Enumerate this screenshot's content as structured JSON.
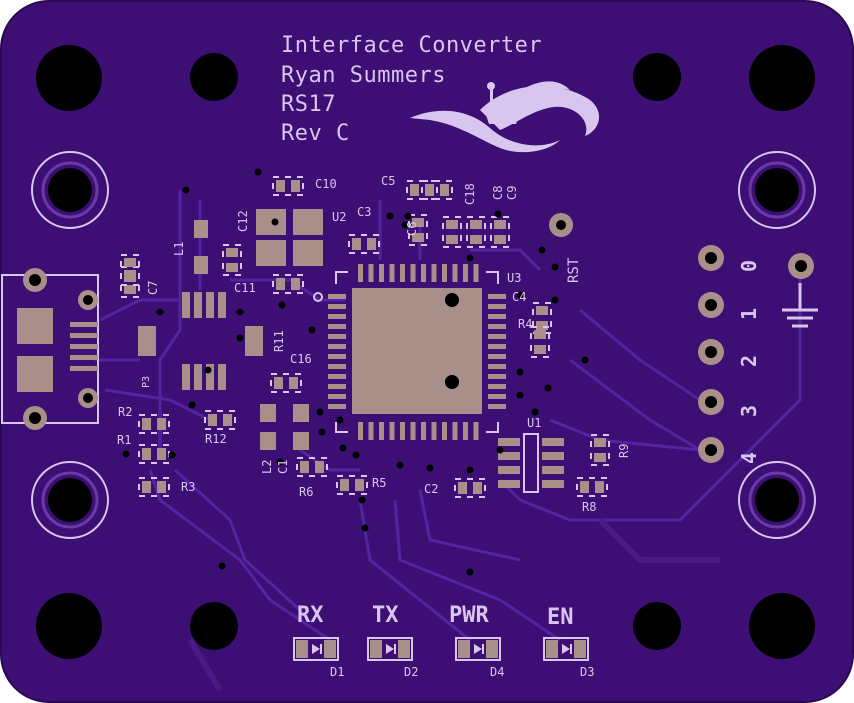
{
  "board": {
    "title_lines": [
      "Interface Converter",
      "Ryan Summers",
      "RS17",
      "Rev C"
    ],
    "colors": {
      "board": "#3d0e74",
      "copper": "#4a1a86",
      "trace": "#5424a0",
      "silkscreen": "#d8c6ee",
      "pad": "#a88f8a",
      "drill": "#000000"
    },
    "logo": "wave-ship-logo"
  },
  "refs": {
    "C10": "C10",
    "C5": "C5",
    "C18": "C18",
    "C8": "C8",
    "C9": "C9",
    "C12": "C12",
    "U2": "U2",
    "C3": "C3",
    "C6": "C6",
    "L1": "L1",
    "RST": "RST",
    "C7": "C7",
    "C11": "C11",
    "U3": "U3",
    "C4": "C4",
    "R4": "R4",
    "R11": "R11",
    "C16": "C16",
    "P3": "P3",
    "R2": "R2",
    "R1": "R1",
    "R12": "R12",
    "R3": "R3",
    "L2": "L2",
    "C1": "C1",
    "R6": "R6",
    "R5": "R5",
    "C2": "C2",
    "U1": "U1",
    "R9": "R9",
    "R8": "R8",
    "D1": "D1",
    "D2": "D2",
    "D4": "D4",
    "D3": "D3"
  },
  "leds": [
    {
      "label": "RX",
      "ref": "D1"
    },
    {
      "label": "TX",
      "ref": "D2"
    },
    {
      "label": "PWR",
      "ref": "D4"
    },
    {
      "label": "EN",
      "ref": "D3"
    }
  ],
  "header_pins": [
    "0",
    "1",
    "2",
    "3",
    "4"
  ],
  "icons": {
    "ground": "ground-symbol-icon"
  }
}
